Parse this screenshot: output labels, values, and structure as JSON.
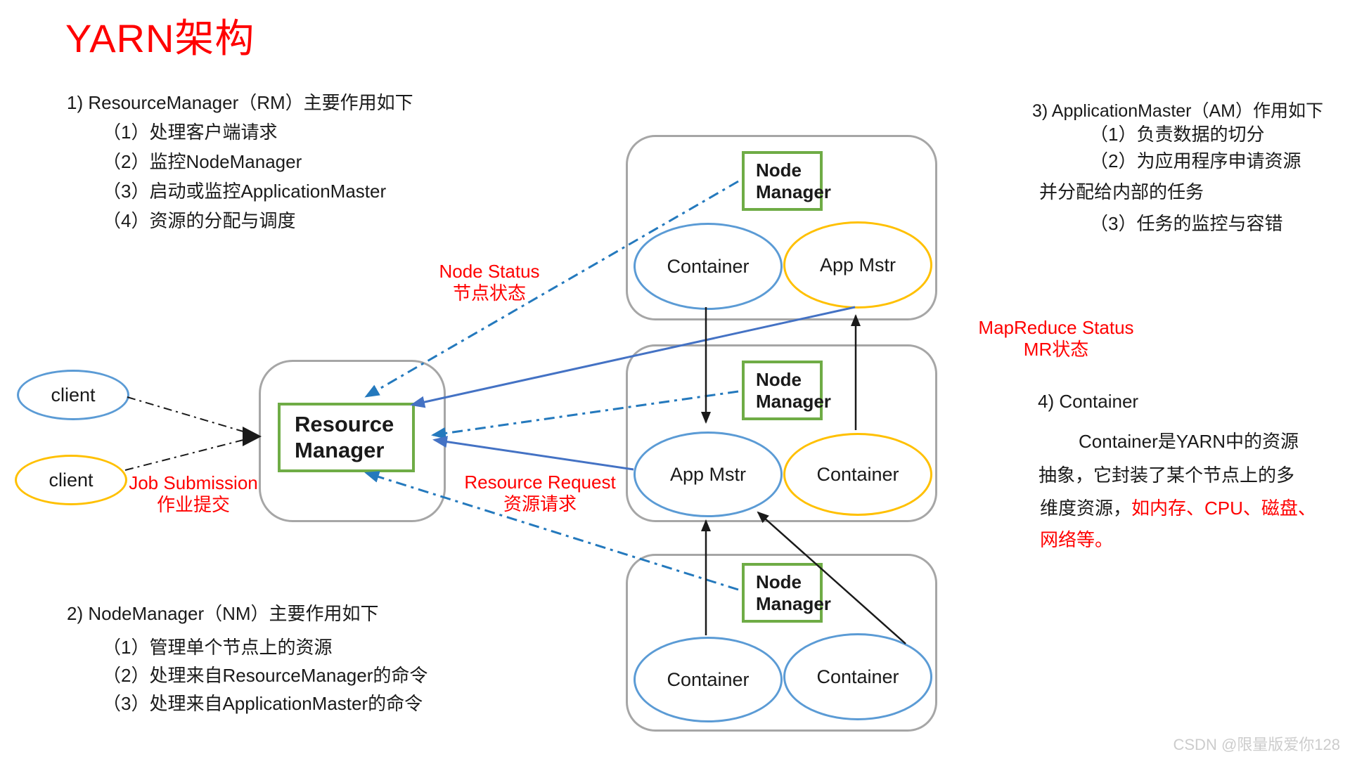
{
  "title": "YARN架构",
  "sections": {
    "rm": {
      "heading": "1) ResourceManager（RM）主要作用如下",
      "items": [
        "（1）处理客户端请求",
        "（2）监控NodeManager",
        "（3）启动或监控ApplicationMaster",
        "（4）资源的分配与调度"
      ]
    },
    "nm": {
      "heading": "2) NodeManager（NM）主要作用如下",
      "items": [
        "（1）管理单个节点上的资源",
        "（2）处理来自ResourceManager的命令",
        "（3）处理来自ApplicationMaster的命令"
      ]
    },
    "am": {
      "heading": "3) ApplicationMaster（AM）作用如下",
      "items": [
        "（1）负责数据的切分",
        "（2）为应用程序申请资源"
      ],
      "continuation": "并分配给内部的任务",
      "item3": "（3）任务的监控与容错"
    },
    "container": {
      "heading": "4) Container",
      "line1": "Container是YARN中的资源",
      "line2": "抽象，它封装了某个节点上的多",
      "line3_black": "维度资源，",
      "line3_red": "如内存、CPU、磁盘、",
      "line4_red": "网络等。"
    }
  },
  "diagram": {
    "client1": "client",
    "client2": "client",
    "resource_manager": {
      "line1": "Resource",
      "line2": "Manager"
    },
    "node_manager": {
      "line1": "Node",
      "line2": "Manager"
    },
    "groups": [
      {
        "left": "Container",
        "right": "App Mstr"
      },
      {
        "left": "App Mstr",
        "right": "Container"
      },
      {
        "left": "Container",
        "right": "Container"
      }
    ],
    "labels": {
      "job_submission_en": "Job Submission",
      "job_submission_zh": "作业提交",
      "node_status_en": "Node Status",
      "node_status_zh": "节点状态",
      "resource_request_en": "Resource Request",
      "resource_request_zh": "资源请求",
      "mapreduce_status_en": "MapReduce Status",
      "mapreduce_status_zh": "MR状态"
    }
  },
  "watermark": "CSDN @限量版爱你128",
  "colors": {
    "red": "#FF0000",
    "green": "#6FAC46",
    "blue-ellipse": "#5B9BD5",
    "yellow-ellipse": "#FFC000",
    "box-gray": "#A6A6A6",
    "solid-arrow-blue": "#4472C4",
    "dash-arrow-blue": "#2479BD",
    "text": "#1A1A1A",
    "watermark": "#CCCCCC"
  }
}
